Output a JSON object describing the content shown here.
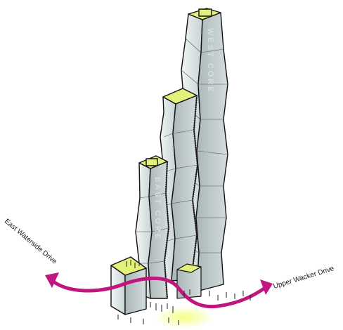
{
  "labels": {
    "east_waterside": "East Waterside Drive",
    "upper_wacker": "Upper Wacker Drive",
    "east_core": "EAST CORE",
    "west_core": "WEST CORE"
  },
  "colors": {
    "route": "#c0177f",
    "roof": "#e3f07a",
    "glass_light": "#eef3f3",
    "glass_dark": "#b7c3c5",
    "outline": "#111111"
  }
}
